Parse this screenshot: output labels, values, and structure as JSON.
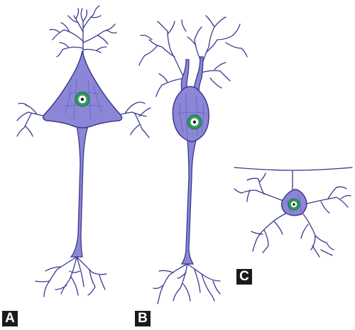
{
  "labels": {
    "a": "A",
    "b": "B",
    "c": "C"
  },
  "colors": {
    "cell_fill": "#8b86d6",
    "outline": "#3a3a8f",
    "nucleus": "#2e9a5b",
    "label_bg": "#1b1b1b"
  }
}
